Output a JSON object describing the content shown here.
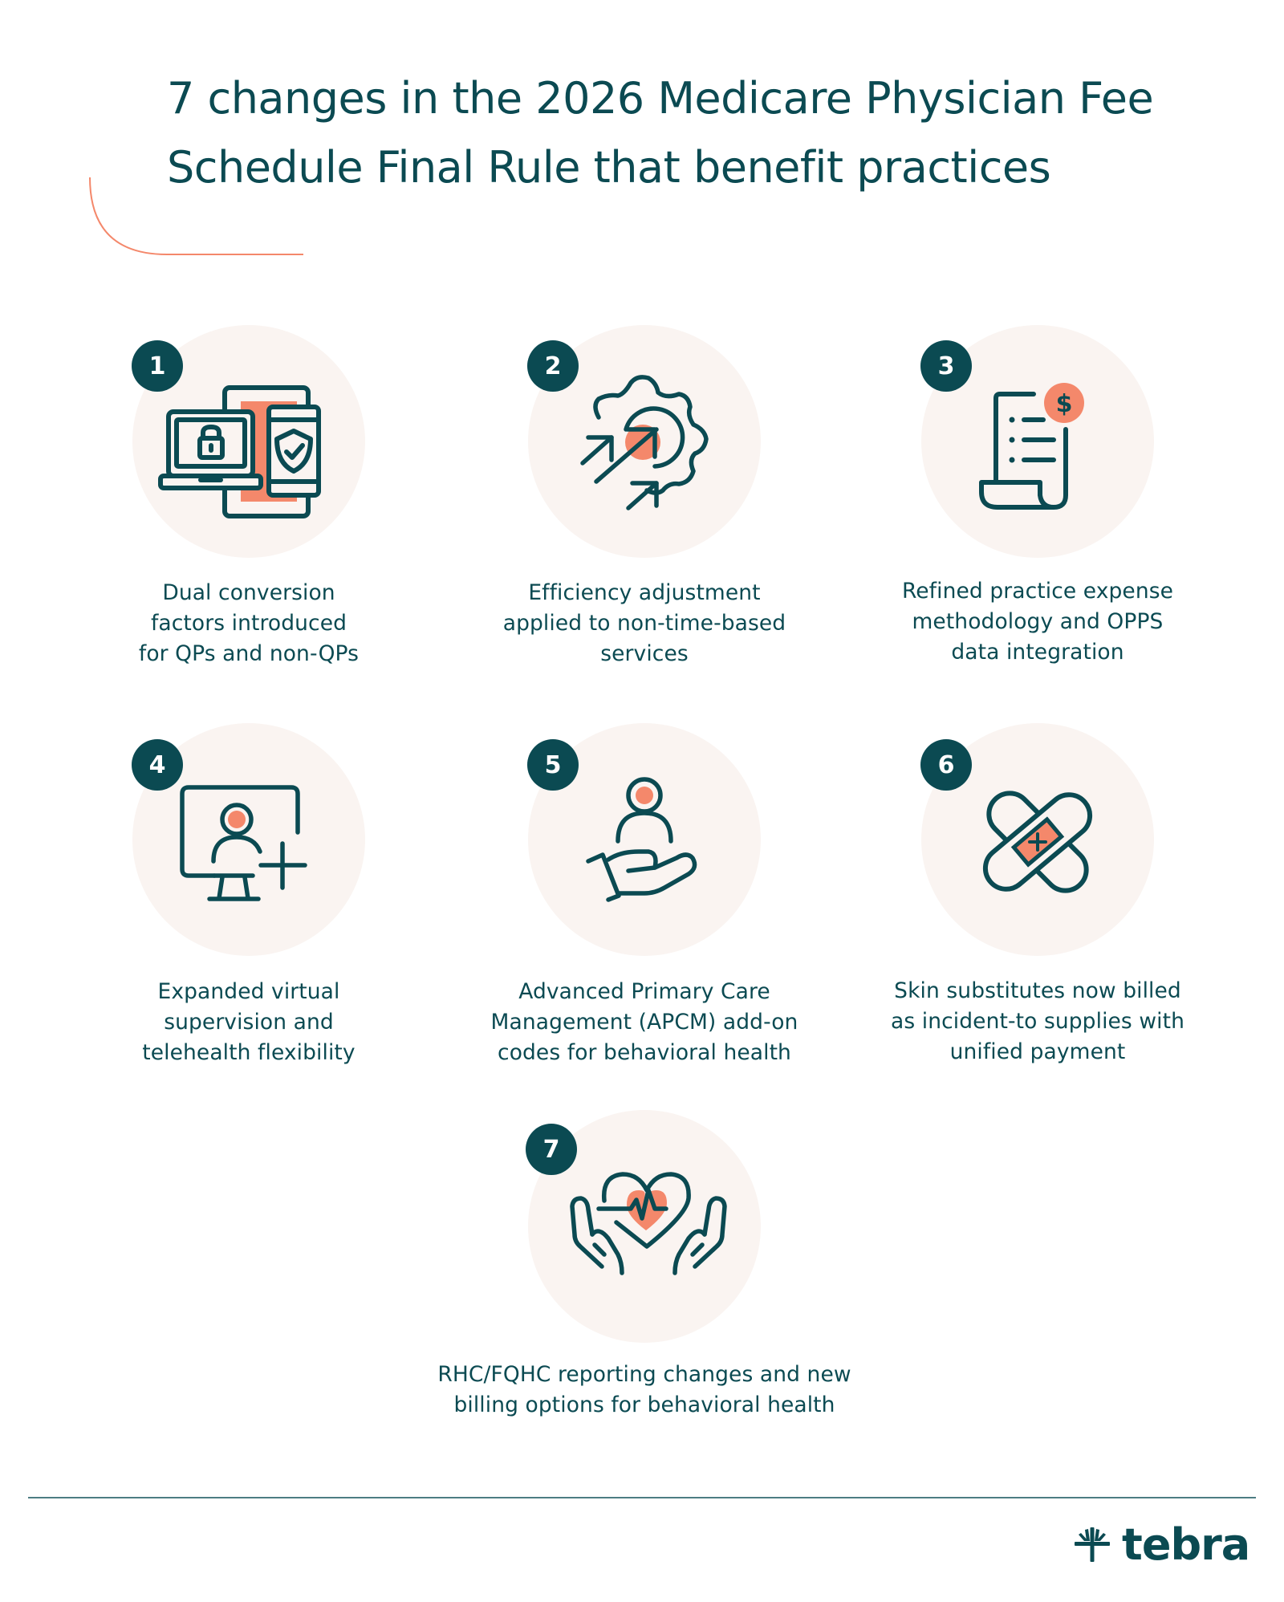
{
  "title": {
    "lines": [
      "7 changes in the 2026 Medicare Physician Fee",
      "Schedule Final Rule that benefit practices"
    ]
  },
  "colors": {
    "primary_teal": "#0b4a52",
    "accent_coral": "#f4886b",
    "circle_bg": "#faf4f1",
    "divider": "#4d7d82"
  },
  "items": [
    {
      "number": "1",
      "icon": "devices-security-icon",
      "caption": [
        "Dual conversion",
        "factors introduced",
        "for QPs and non-QPs"
      ]
    },
    {
      "number": "2",
      "icon": "gear-efficiency-arrows-icon",
      "caption": [
        "Efficiency adjustment",
        "applied to non-time-based",
        "services"
      ]
    },
    {
      "number": "3",
      "icon": "receipt-dollar-icon",
      "caption": [
        "Refined practice expense",
        "methodology and OPPS",
        "data integration"
      ]
    },
    {
      "number": "4",
      "icon": "monitor-user-plus-icon",
      "caption": [
        "Expanded virtual",
        "supervision and",
        "telehealth flexibility"
      ]
    },
    {
      "number": "5",
      "icon": "hand-holding-person-icon",
      "caption": [
        "Advanced Primary Care",
        "Management (APCM) add-on",
        "codes for behavioral health"
      ]
    },
    {
      "number": "6",
      "icon": "crossed-bandages-icon",
      "caption": [
        "Skin substitutes now billed",
        "as incident-to supplies with",
        "unified payment"
      ]
    },
    {
      "number": "7",
      "icon": "hands-heart-heartbeat-icon",
      "caption": [
        "RHC/FQHC reporting changes and new",
        "billing options for behavioral health"
      ]
    }
  ],
  "footer": {
    "brand": "tebra",
    "logo_icon": "tebra-tree-icon"
  }
}
